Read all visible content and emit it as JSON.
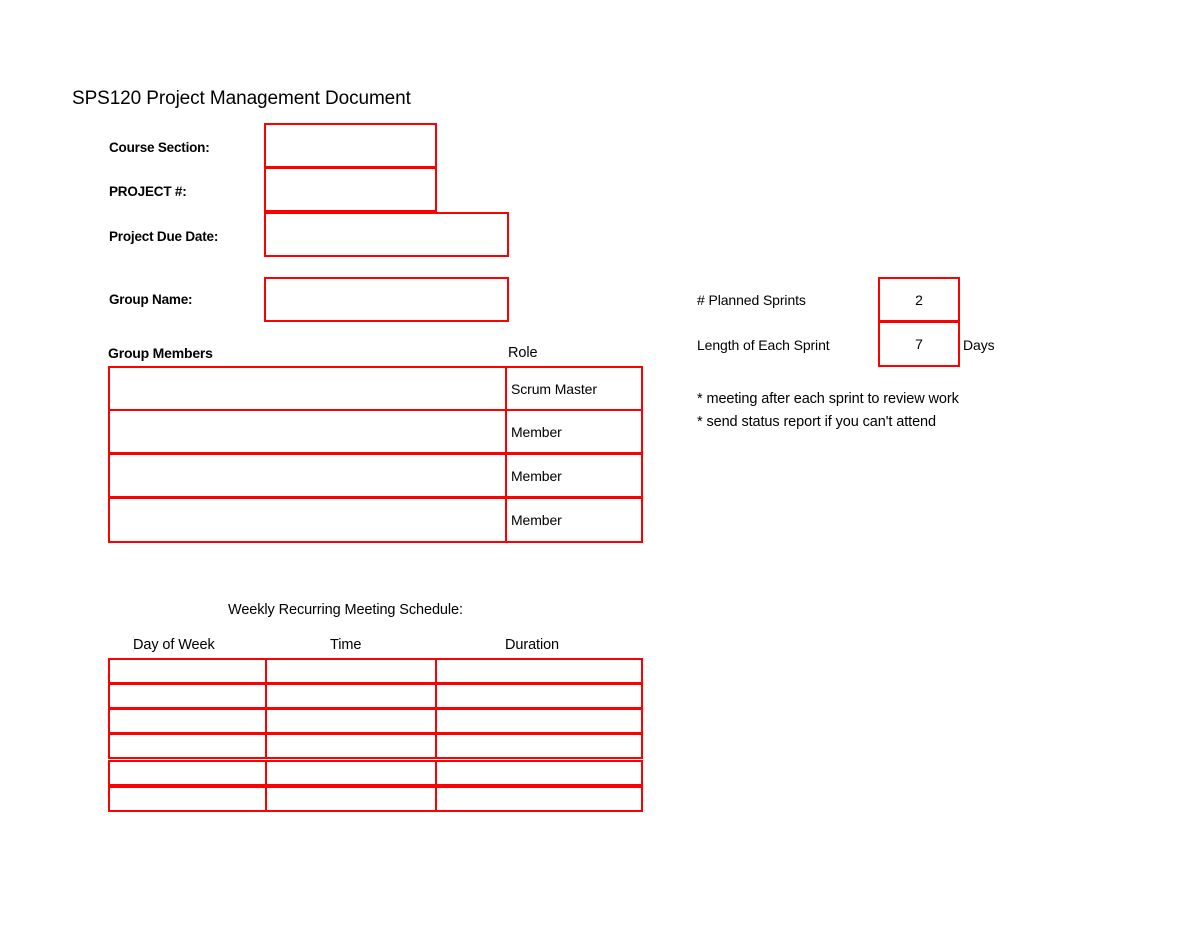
{
  "document": {
    "title": "SPS120 Project Management Document",
    "accent_color": "#FF0000",
    "text_color": "#000000",
    "background_color": "#FFFFFF"
  },
  "header_fields": [
    {
      "label": "Course Section:",
      "value": ""
    },
    {
      "label": "PROJECT #:",
      "value": ""
    },
    {
      "label": "Project Due Date:",
      "value": ""
    }
  ],
  "group": {
    "name_label": "Group Name:",
    "name_value": "",
    "members_header": "Group Members",
    "role_header": "Role",
    "rows": [
      {
        "member": "",
        "role": "Scrum Master"
      },
      {
        "member": "",
        "role": "Member"
      },
      {
        "member": "",
        "role": "Member"
      },
      {
        "member": "",
        "role": "Member"
      }
    ]
  },
  "sprints": {
    "planned_label": "# Planned Sprints",
    "planned_value": "2",
    "length_label": "Length of Each Sprint",
    "length_value": "7",
    "length_unit": "Days",
    "notes": [
      "* meeting after each sprint to review work",
      "* send status report if you can't attend"
    ]
  },
  "meeting_schedule": {
    "title": "Weekly Recurring Meeting Schedule:",
    "columns": [
      "Day of Week",
      "Time",
      "Duration"
    ],
    "rows": [
      {
        "day": "",
        "time": "",
        "duration": ""
      },
      {
        "day": "",
        "time": "",
        "duration": ""
      },
      {
        "day": "",
        "time": "",
        "duration": ""
      },
      {
        "day": "",
        "time": "",
        "duration": ""
      },
      {
        "day": "",
        "time": "",
        "duration": ""
      },
      {
        "day": "",
        "time": "",
        "duration": ""
      }
    ]
  }
}
